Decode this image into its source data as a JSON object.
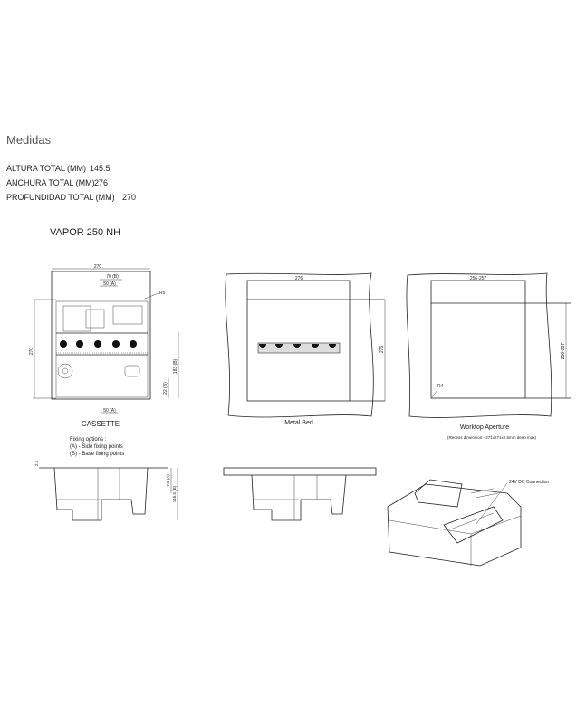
{
  "section_title": "Medidas",
  "specs": [
    {
      "label": "ALTURA TOTAL (MM)",
      "value": "145.5"
    },
    {
      "label": "ANCHURA TOTAL (MM)",
      "value": "276"
    },
    {
      "label": "PROFUNDIDAD TOTAL (MM)",
      "value": "270"
    }
  ],
  "model": "VAPOR 250 NH",
  "drawing": {
    "cassette": {
      "label": "CASSETTE",
      "dim_width": "270",
      "dim_depth": "270",
      "dim_70b": "70 (B)",
      "dim_50a_top": "50 (A)",
      "dim_50a_bottom": "50 (A)",
      "dim_183b": "183 (B)",
      "dim_22b": "22 (B)",
      "radius": "R5"
    },
    "metal_bed": {
      "label": "Metal Bed",
      "dim_width": "276",
      "dim_depth": "276"
    },
    "worktop": {
      "label": "Worktop Aperture",
      "note": "(Recess dimension - 271x271x2.5mm deep max)",
      "dim_width": "256-257",
      "dim_depth": "256-257",
      "radius": "R4"
    },
    "side_view": {
      "fixing_title": "Fixing options :",
      "fixing_a": "(A) - Side fixing points",
      "fixing_b": "(B) - Base fixing points",
      "dim_top": "2.5",
      "dim_75a": "7.5 (A)",
      "dim_1455b": "145.5 (B)"
    },
    "iso_view": {
      "connection_label": "24V DC Connection"
    }
  }
}
